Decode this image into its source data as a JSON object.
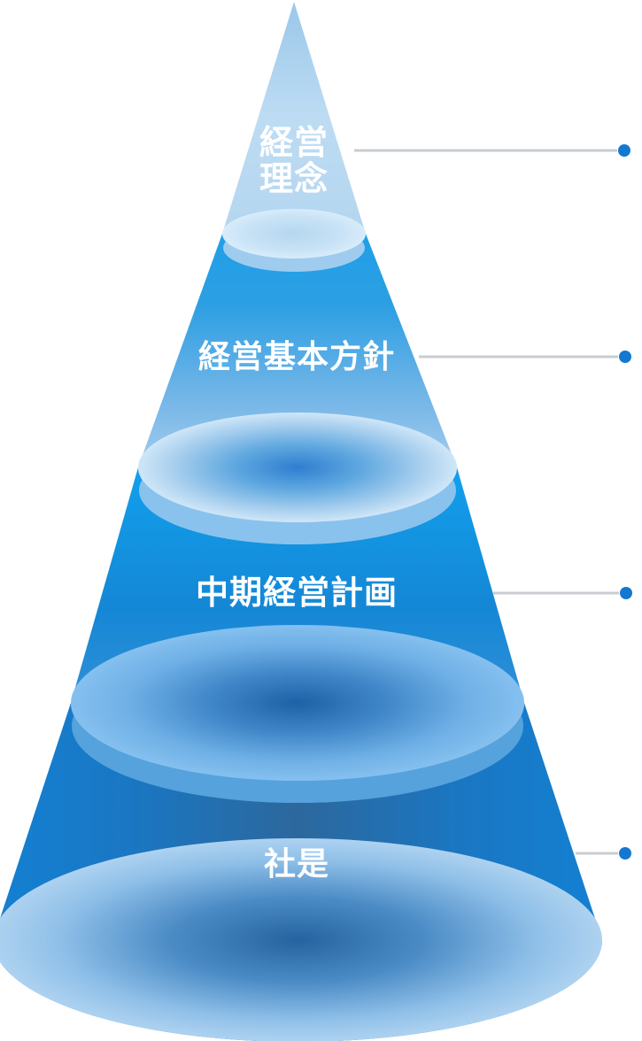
{
  "diagram": {
    "type": "layered-cone-pyramid",
    "orientation": "apex-top",
    "background_color": "#ffffff",
    "text_color": "#ffffff",
    "leader": {
      "line_color": "#c9ccd2",
      "dot_color": "#1478d0"
    },
    "layers": [
      {
        "id": "management-philosophy",
        "label": "経営理念",
        "line1": "経営",
        "line2": "理念",
        "body_color": "#b7d7f0"
      },
      {
        "id": "basic-management-policy",
        "label": "経営基本方針",
        "line1": "経営基本方針",
        "body_color": "#3aa3e4"
      },
      {
        "id": "mid-term-management-plan",
        "label": "中期経営計画",
        "line1": "中期経営計画",
        "body_color": "#1487d6"
      },
      {
        "id": "company-motto",
        "label": "社是",
        "line1": "社是",
        "body_color": "#1f6fb4"
      }
    ]
  }
}
